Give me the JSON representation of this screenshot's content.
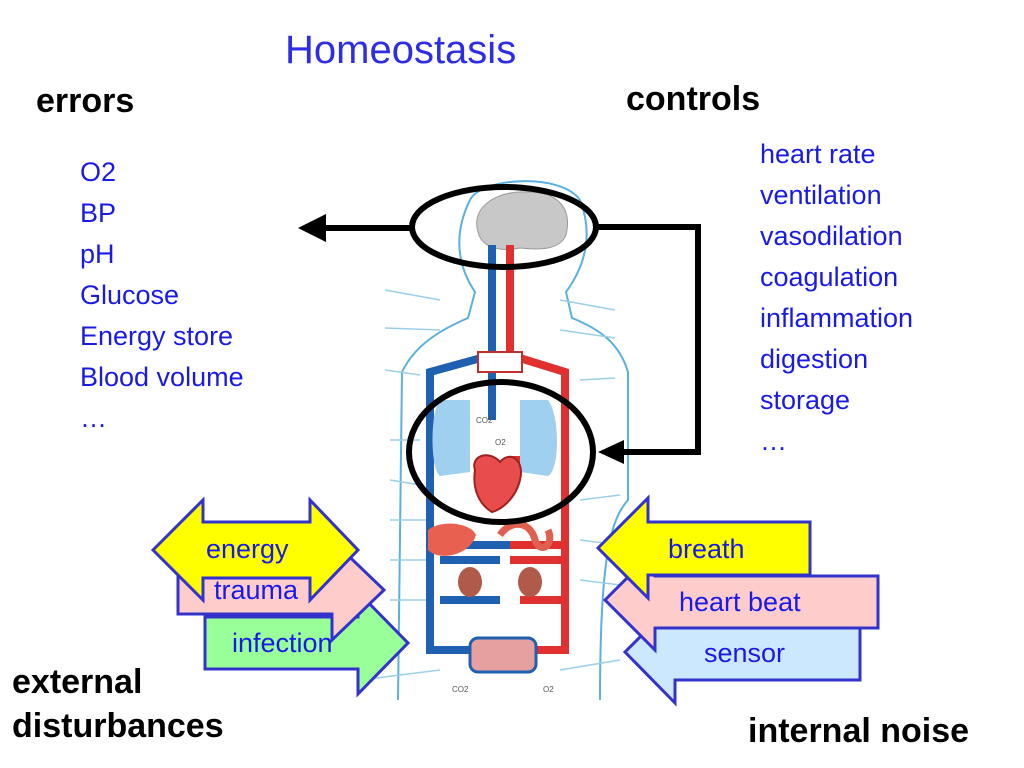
{
  "title": "Homeostasis",
  "errors": {
    "heading": "errors",
    "items": [
      "O2",
      "BP",
      "pH",
      "Glucose",
      "Energy store",
      "Blood volume",
      "…"
    ]
  },
  "controls": {
    "heading": "controls",
    "items": [
      "heart rate",
      "ventilation",
      "vasodilation",
      "coagulation",
      "inflammation",
      "digestion",
      "storage",
      "…"
    ]
  },
  "external": {
    "heading_line1": "external",
    "heading_line2": "disturbances",
    "arrows": [
      {
        "label": "energy",
        "color": "#ffff00"
      },
      {
        "label": "trauma",
        "color": "#ffcccc"
      },
      {
        "label": "infection",
        "color": "#99ff99"
      }
    ]
  },
  "internal": {
    "heading": "internal noise",
    "arrows": [
      {
        "label": "breath",
        "color": "#ffff00"
      },
      {
        "label": "heart beat",
        "color": "#ffcccc"
      },
      {
        "label": "sensor",
        "color": "#cce8ff"
      }
    ]
  },
  "body_figure": {
    "gas_labels": {
      "co2": "CO2",
      "o2": "O2"
    },
    "colors": {
      "artery": "#e03030",
      "vein": "#2060b0",
      "lung": "#9fd0f0",
      "brain": "#c8c8c8",
      "organ": "#b05a4a"
    }
  }
}
